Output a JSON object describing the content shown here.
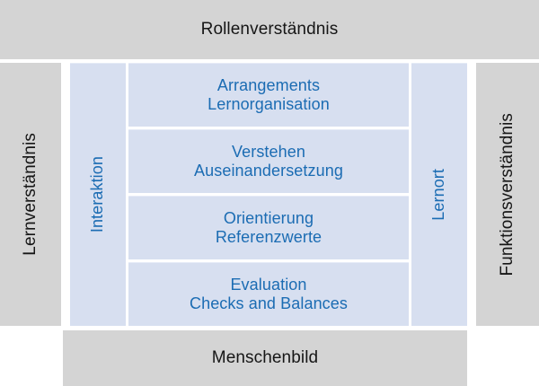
{
  "diagram": {
    "title": "Rollenverständnis",
    "colors": {
      "background_gray": "#d4d4d4",
      "panel_blue": "#d7dff0",
      "blue_text": "#1b6cb3",
      "dark_text": "#161616",
      "gap_white": "#ffffff"
    },
    "top_bar": {
      "label": "Rollenverständnis"
    },
    "bottom_bar": {
      "label": "Menschenbild"
    },
    "left_column": {
      "label": "Lernverständnis"
    },
    "right_column": {
      "label": "Funktionsverständnis"
    },
    "inner_left_column": {
      "label": "Interaktion"
    },
    "inner_right_column": {
      "label": "Lernort"
    },
    "cells": [
      {
        "line1": "Arrangements",
        "line2": "Lernorganisation"
      },
      {
        "line1": "Verstehen",
        "line2": "Auseinandersetzung"
      },
      {
        "line1": "Orientierung",
        "line2": "Referenzwerte"
      },
      {
        "line1": "Evaluation",
        "line2": "Checks and Balances"
      }
    ]
  }
}
